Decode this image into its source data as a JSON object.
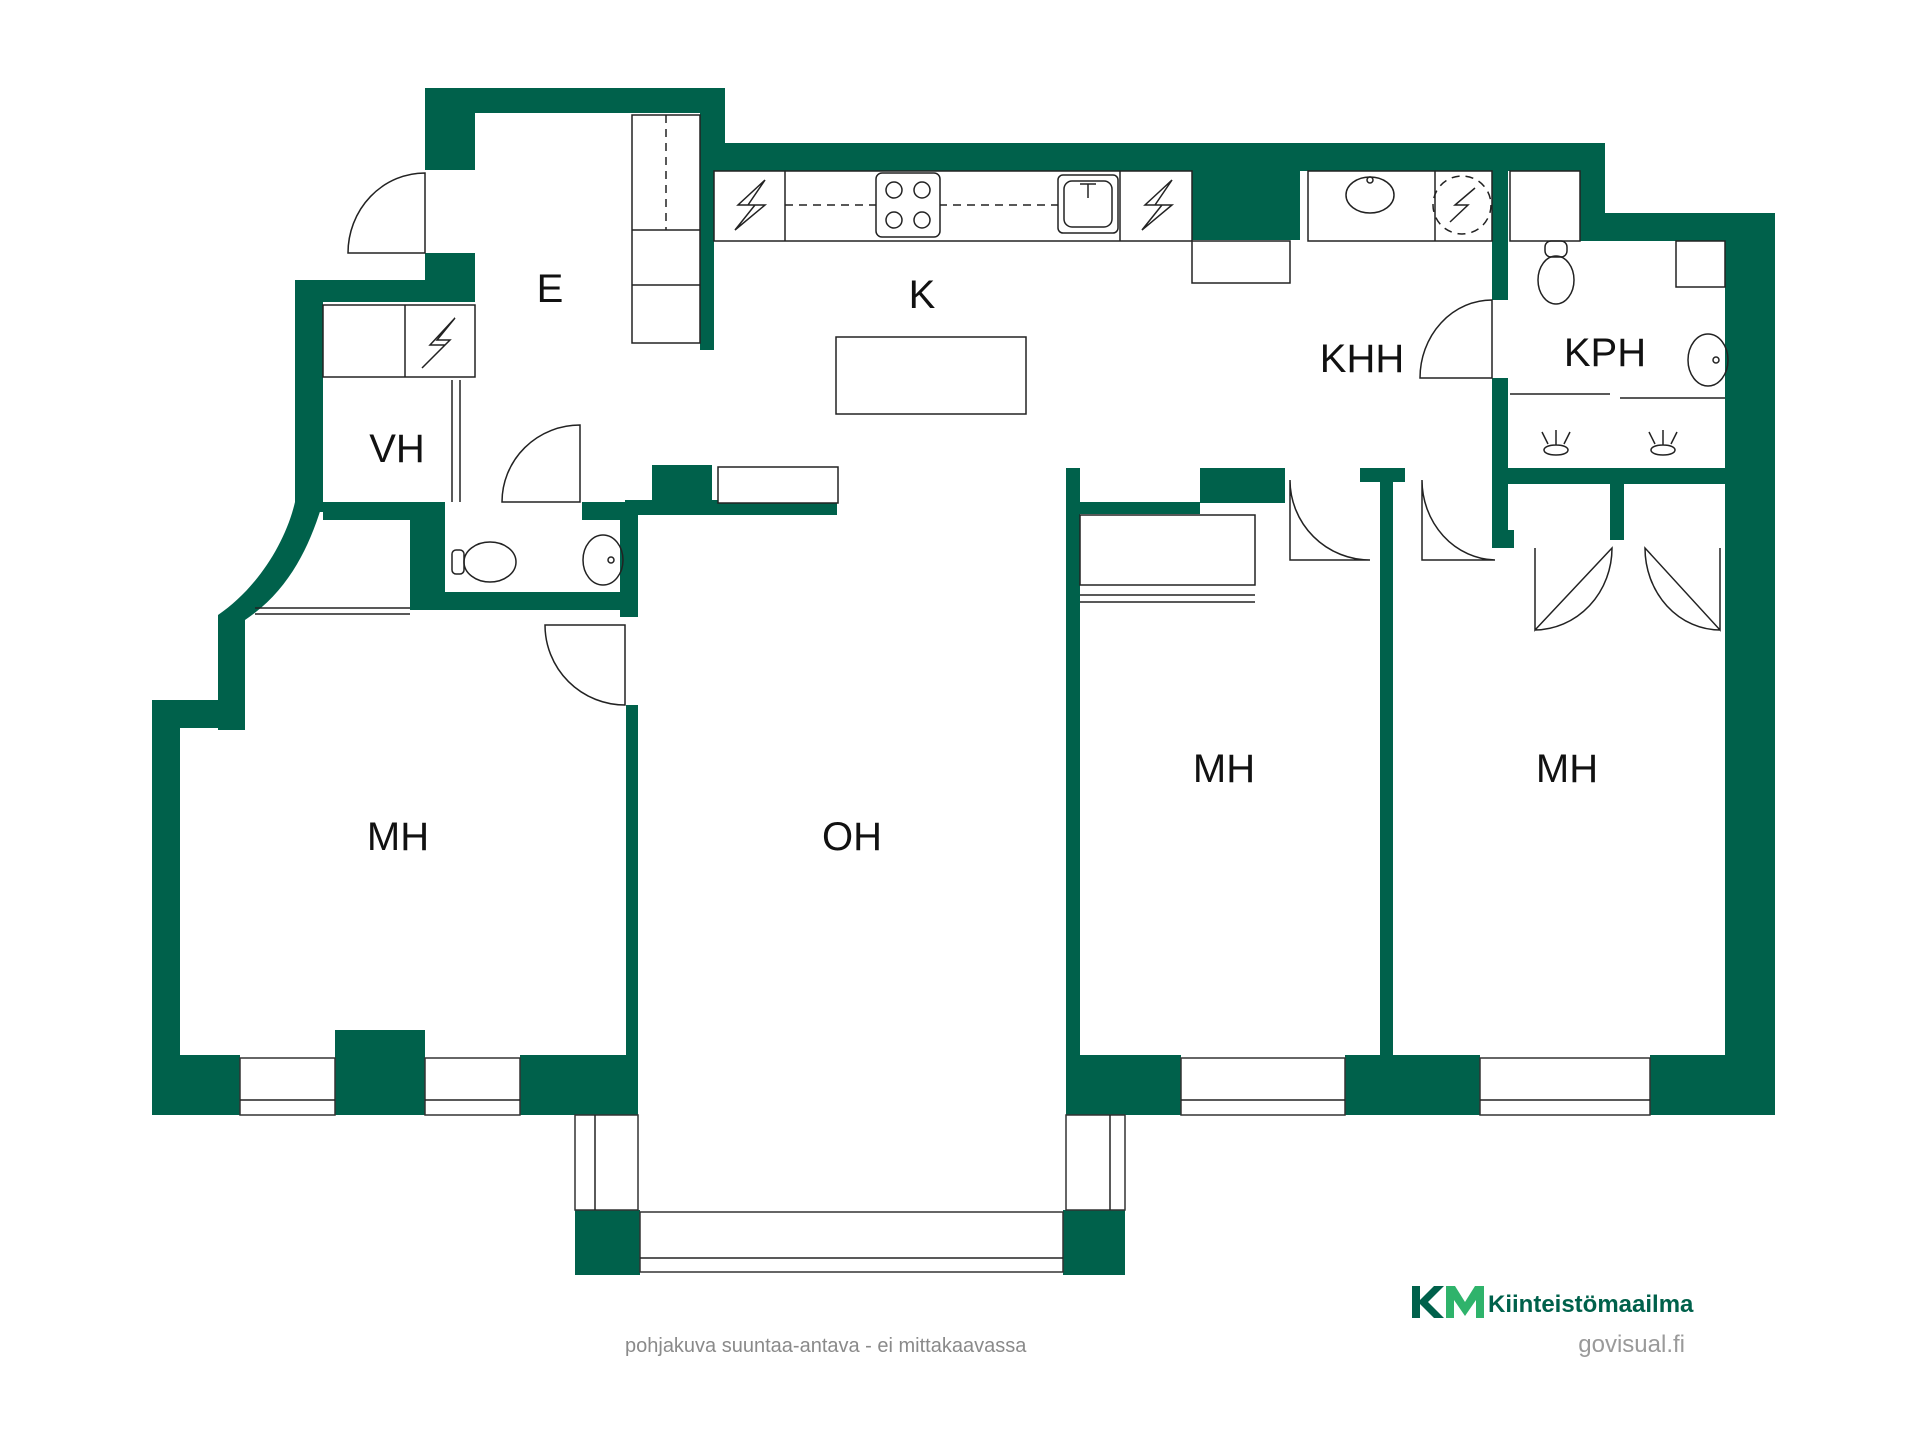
{
  "colors": {
    "wall": "#00614b",
    "accent": "#2fb36b",
    "text": "#111111",
    "footer": "#8a8a8a"
  },
  "rooms": {
    "entrance": "E",
    "kitchen": "K",
    "utility": "KHH",
    "bathroom": "KPH",
    "toilet": "VH",
    "living": "OH",
    "bedroom_west": "MH",
    "bedroom_middle": "MH",
    "bedroom_east": "MH"
  },
  "logo": {
    "mark": "KM",
    "brand": "Kiinteistömaailma",
    "icon": "km-logo-icon"
  },
  "footer": {
    "disclaimer": "pohjakuva suuntaa-antava - ei mittakaavassa",
    "credit": "govisual.fi"
  }
}
